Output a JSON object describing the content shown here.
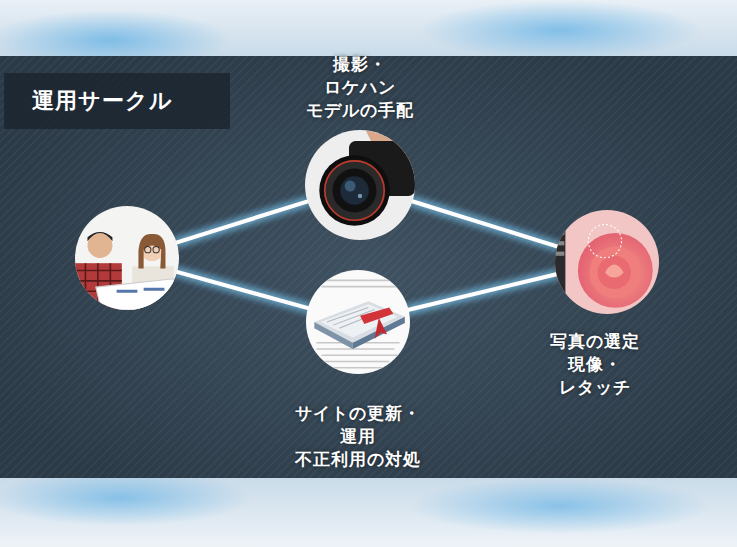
{
  "diagram": {
    "title": "運用サークル",
    "nodes": [
      {
        "text": [
          "撮影・ロケハン モデルの手配"
        ]
      },
      {
        "text": []
      },
      {
        "text": [
          "写真の選定 現像・レタッチ"
        ]
      },
      {
        "text": [
          "サイトの更新・運用 不正利用の対処"
        ]
      }
    ],
    "edges": [
      {
        "from": 1,
        "to": 0,
        "arrow": "none"
      },
      {
        "from": 0,
        "to": 2,
        "arrow": "none"
      },
      {
        "from": 1,
        "to": 3,
        "arrow": "none"
      },
      {
        "from": 3,
        "to": 2,
        "arrow": "none"
      }
    ]
  }
}
